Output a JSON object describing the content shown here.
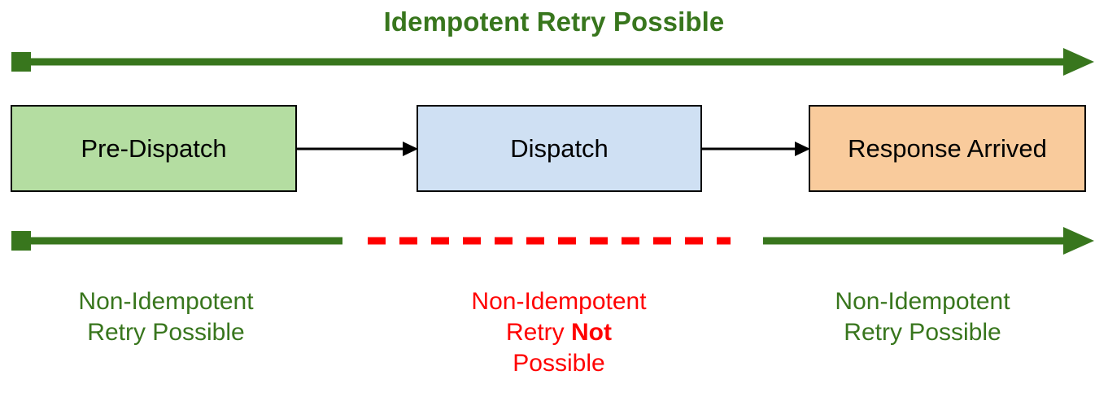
{
  "colors": {
    "green": "#38761d",
    "red": "#ff0000",
    "black": "#000000",
    "box_pre_fill": "#b4dda1",
    "box_dispatch_fill": "#cfe0f3",
    "box_response_fill": "#f9cb9c"
  },
  "top": {
    "caption": "Idempotent Retry Possible",
    "arrow_name": "idempotent-retry-span-arrow",
    "start_marker": "square-marker",
    "end_marker": "arrowhead-marker"
  },
  "states": [
    {
      "id": "pre-dispatch",
      "label": "Pre-Dispatch"
    },
    {
      "id": "dispatch",
      "label": "Dispatch"
    },
    {
      "id": "response-arrived",
      "label": "Response Arrived"
    }
  ],
  "transitions": [
    {
      "from": "pre-dispatch",
      "to": "dispatch"
    },
    {
      "from": "dispatch",
      "to": "response-arrived"
    }
  ],
  "bottom": {
    "left": {
      "line1": "Non-Idempotent",
      "line2": "Retry Possible",
      "line_style": "solid",
      "color_key": "green"
    },
    "middle": {
      "line1": "Non-Idempotent",
      "line2_prefix": "Retry ",
      "line2_emphasis": "Not",
      "line3": "Possible",
      "line_style": "dashed",
      "color_key": "red"
    },
    "right": {
      "line1": "Non-Idempotent",
      "line2": "Retry Possible",
      "line_style": "solid-arrow",
      "color_key": "green"
    }
  }
}
